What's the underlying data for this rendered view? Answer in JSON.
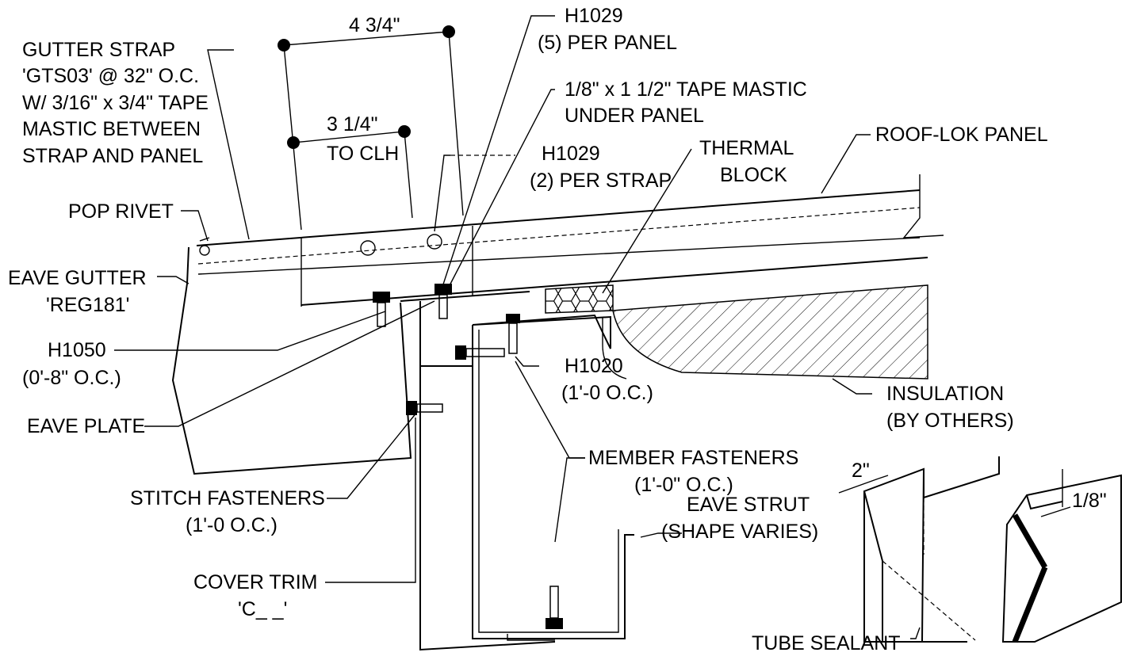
{
  "labels": {
    "gutter_strap": [
      "GUTTER STRAP",
      "'GTS03' @ 32\" O.C.",
      "W/ 3/16\" x 3/4\" TAPE",
      "MASTIC BETWEEN",
      "STRAP AND PANEL"
    ],
    "dim_4_3_4": "4 3/4\"",
    "dim_3_1_4": "3 1/4\"",
    "to_clh": "TO CLH",
    "h1029_panel": [
      "H1029",
      "(5) PER PANEL"
    ],
    "tape_mastic": [
      "1/8\" x 1 1/2\" TAPE MASTIC",
      "UNDER PANEL"
    ],
    "h1029_strap": [
      "H1029",
      "(2) PER STRAP"
    ],
    "thermal_block": [
      "THERMAL",
      "BLOCK"
    ],
    "roof_lok_panel": "ROOF-LOK PANEL",
    "pop_rivet": "POP RIVET",
    "eave_gutter": [
      "EAVE GUTTER",
      "'REG181'"
    ],
    "h1050": [
      "H1050",
      "(0'-8\" O.C.)"
    ],
    "h1020": [
      "H1020",
      "(1'-0  O.C.)"
    ],
    "eave_plate": "EAVE PLATE",
    "insulation": [
      "INSULATION",
      "(BY OTHERS)"
    ],
    "member_fasteners": [
      "MEMBER FASTENERS",
      "(1'-0\" O.C.)"
    ],
    "stitch_fasteners": [
      "STITCH FASTENERS",
      "(1'-0 O.C.)"
    ],
    "eave_strut": [
      "EAVE STRUT",
      "(SHAPE VARIES)"
    ],
    "dim_2": "2\"",
    "dim_1_8": "1/8\"",
    "cover_trim": [
      "COVER TRIM",
      "'C_ _'"
    ],
    "tube_sealant": "TUBE SEALANT"
  }
}
